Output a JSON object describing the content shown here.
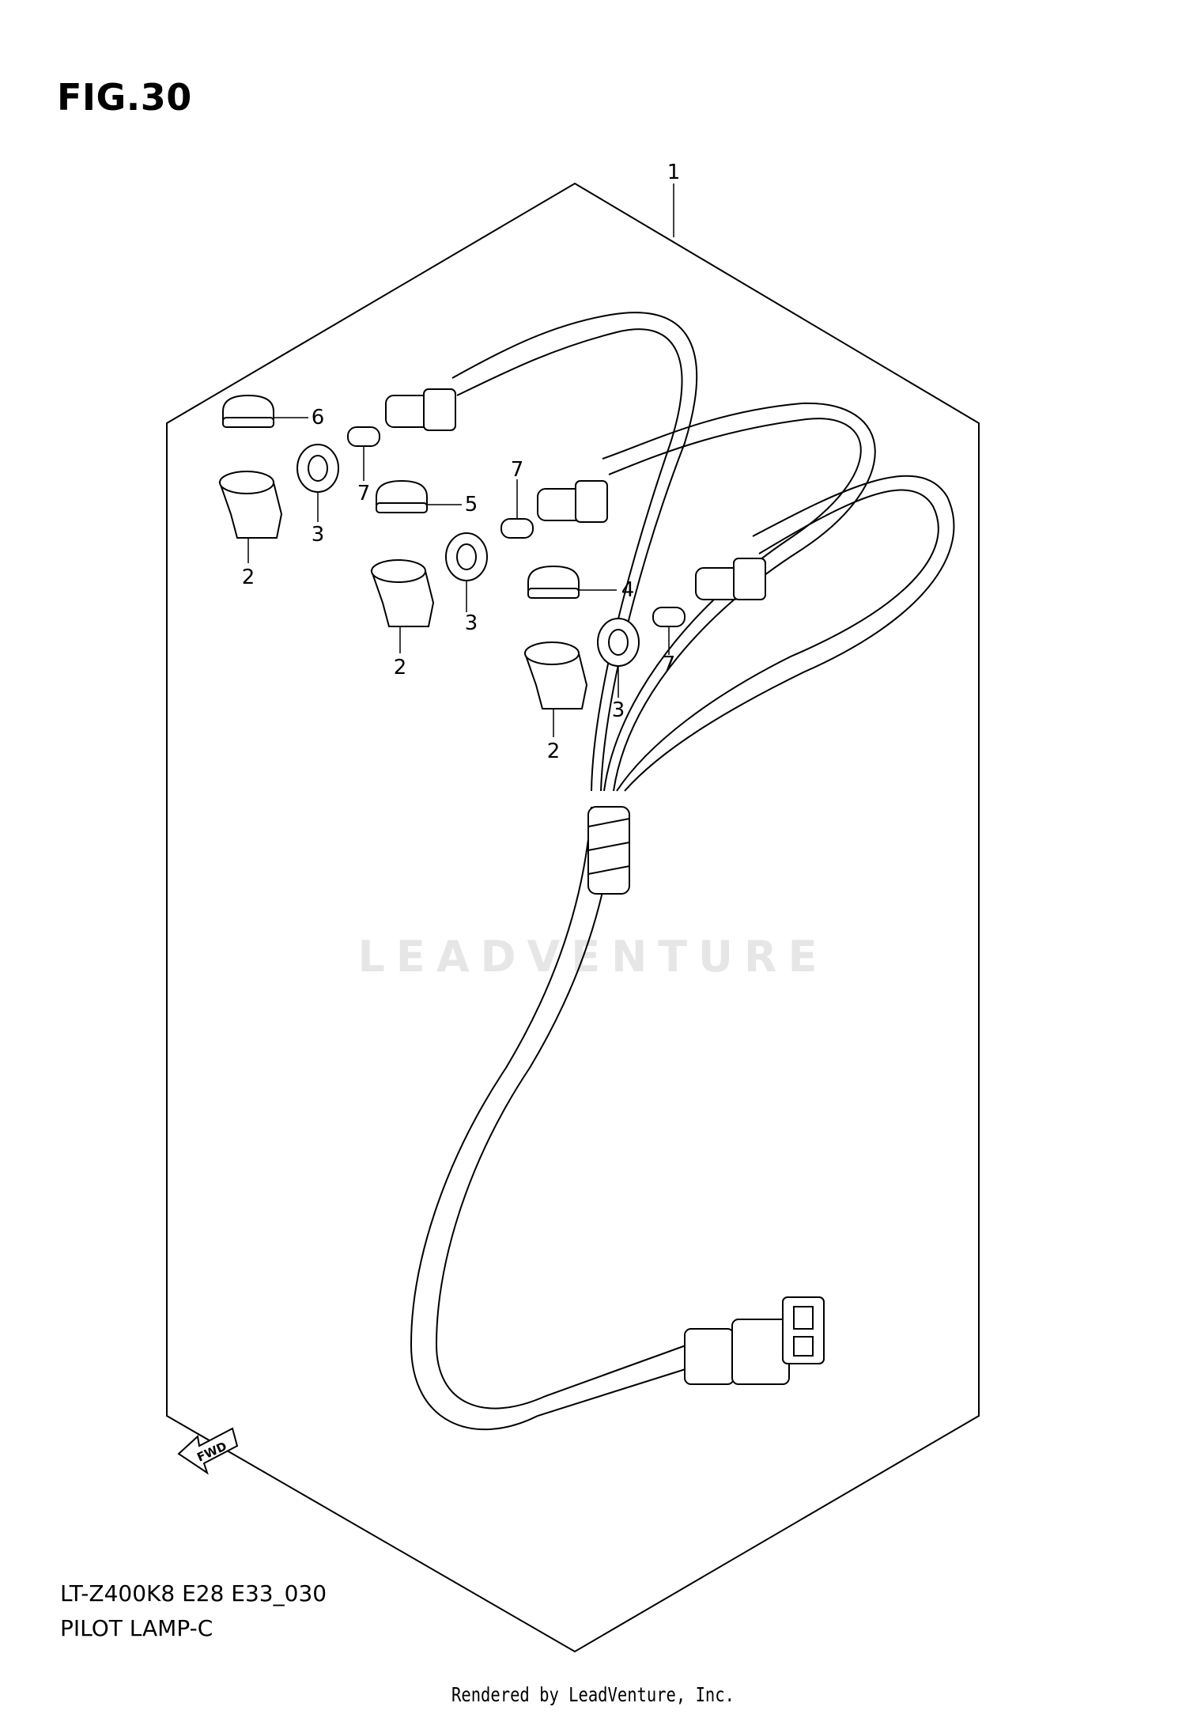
{
  "figure": {
    "title": "FIG.30"
  },
  "watermark": "LEADVENTURE",
  "fwd_label": "FWD",
  "footer": {
    "model_code": "LT-Z400K8 E28 E33_030",
    "part_name": "PILOT LAMP-C",
    "rendered_by": "Rendered by LeadVenture, Inc."
  },
  "callouts": {
    "c1": "1",
    "c2a": "2",
    "c2b": "2",
    "c2c": "2",
    "c3a": "3",
    "c3b": "3",
    "c3c": "3",
    "c4": "4",
    "c5": "5",
    "c6": "6",
    "c7a": "7",
    "c7b": "7",
    "c7c": "7"
  }
}
